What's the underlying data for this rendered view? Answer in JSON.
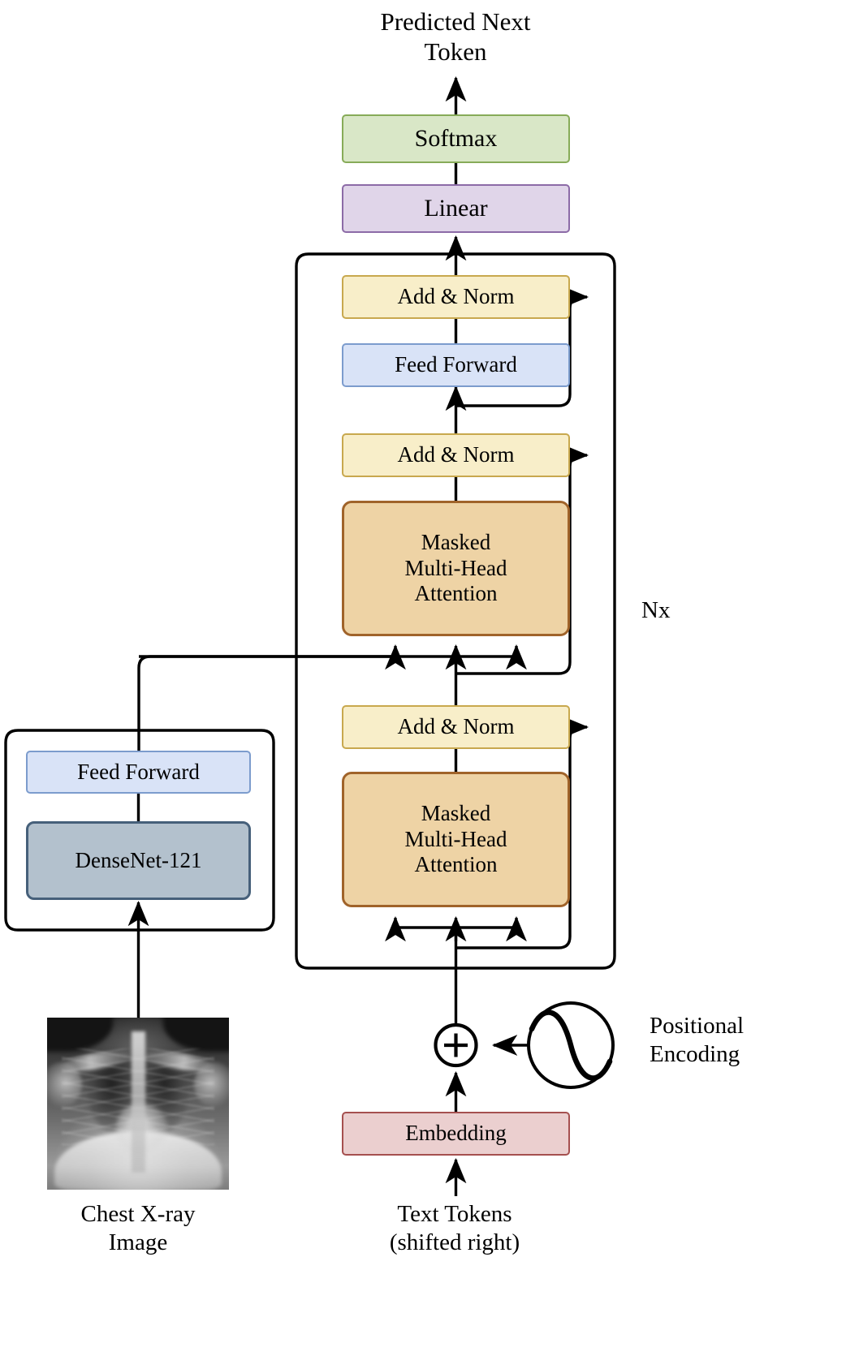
{
  "diagram": {
    "title": "Predicted Next\nToken",
    "stack_label": "Nx",
    "positional_encoding_label": "Positional\nEncoding",
    "xray_caption": "Chest X-ray\nImage",
    "text_tokens_caption": "Text Tokens\n(shifted right)",
    "plus_glyph": "+"
  },
  "decoder": {
    "softmax": "Softmax",
    "linear": "Linear",
    "add_norm_top": "Add & Norm",
    "feed_forward": "Feed Forward",
    "add_norm_mid": "Add & Norm",
    "cross_attention": "Masked\nMulti-Head\nAttention",
    "add_norm_bottom": "Add & Norm",
    "self_attention": "Masked\nMulti-Head\nAttention",
    "embedding": "Embedding"
  },
  "encoder": {
    "feed_forward": "Feed Forward",
    "backbone": "DenseNet-121"
  },
  "colors": {
    "softmax_fill": "#d9e7c7",
    "softmax_border": "#87ab58",
    "linear_fill": "#e0d5e9",
    "linear_border": "#8c6ba7",
    "addnorm_fill": "#f8eec9",
    "addnorm_border": "#c8a84e",
    "feedforward_fill": "#d9e3f7",
    "feedforward_border": "#7c9ccd",
    "attention_fill": "#eed3a5",
    "attention_border": "#a0632a",
    "embedding_fill": "#ebcfcf",
    "embedding_border": "#a5504f",
    "densenet_fill": "#b3c1cd",
    "densenet_border": "#46607a",
    "stroke": "#000000",
    "background": "#ffffff"
  }
}
